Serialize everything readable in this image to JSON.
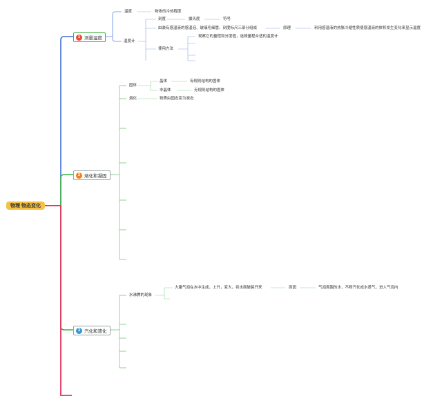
{
  "root": {
    "label": "物理 物态变化"
  },
  "colors": {
    "blue": "#3f6fd6",
    "green": "#3cb043",
    "red": "#e8305a",
    "blue_branch_border": "#3cb043",
    "badge_red": "#e84a3c",
    "badge_orange": "#f07f1d",
    "badge_blue": "#2e9ad6",
    "root_fill": "#f5c244"
  },
  "branches": [
    {
      "number": "1",
      "label": "测量温度",
      "children": [
        {
          "label": "温度",
          "detail": "物体的冷热程度"
        },
        {
          "label": "温度计",
          "items": {
            "scale": "刻度",
            "celsius": "摄氏度",
            "symbol": "符号",
            "structure": "由装有感温液的感温泡、玻璃毛细管、刻度标尺三部分组成",
            "principle_label": "原理",
            "principle": "利用感温液的热胀冷缩性质使感温液的体积发生变化来显示温度",
            "usage": "使用方法",
            "usage_step": "观察它的量程和分度值，选择量程合适的温度计"
          }
        }
      ]
    },
    {
      "number": "2",
      "label": "熔化和凝固",
      "children": [
        {
          "label": "固体",
          "items": [
            {
              "label": "晶体",
              "detail": "有规则结构的固体"
            },
            {
              "label": "非晶体",
              "detail": "无规则结构的固体"
            }
          ]
        },
        {
          "label": "熔化",
          "detail": "物质由固态变为液态"
        }
      ]
    },
    {
      "number": "3",
      "label": "汽化和液化",
      "children": [
        {
          "label": "水沸腾的现象",
          "detail": "大量气泡在水中生成，上升，变大，到水面破裂开来",
          "cause_label": "原因",
          "cause": "气泡周围的水，不断汽化成水蒸气，进入气泡内"
        }
      ]
    }
  ]
}
